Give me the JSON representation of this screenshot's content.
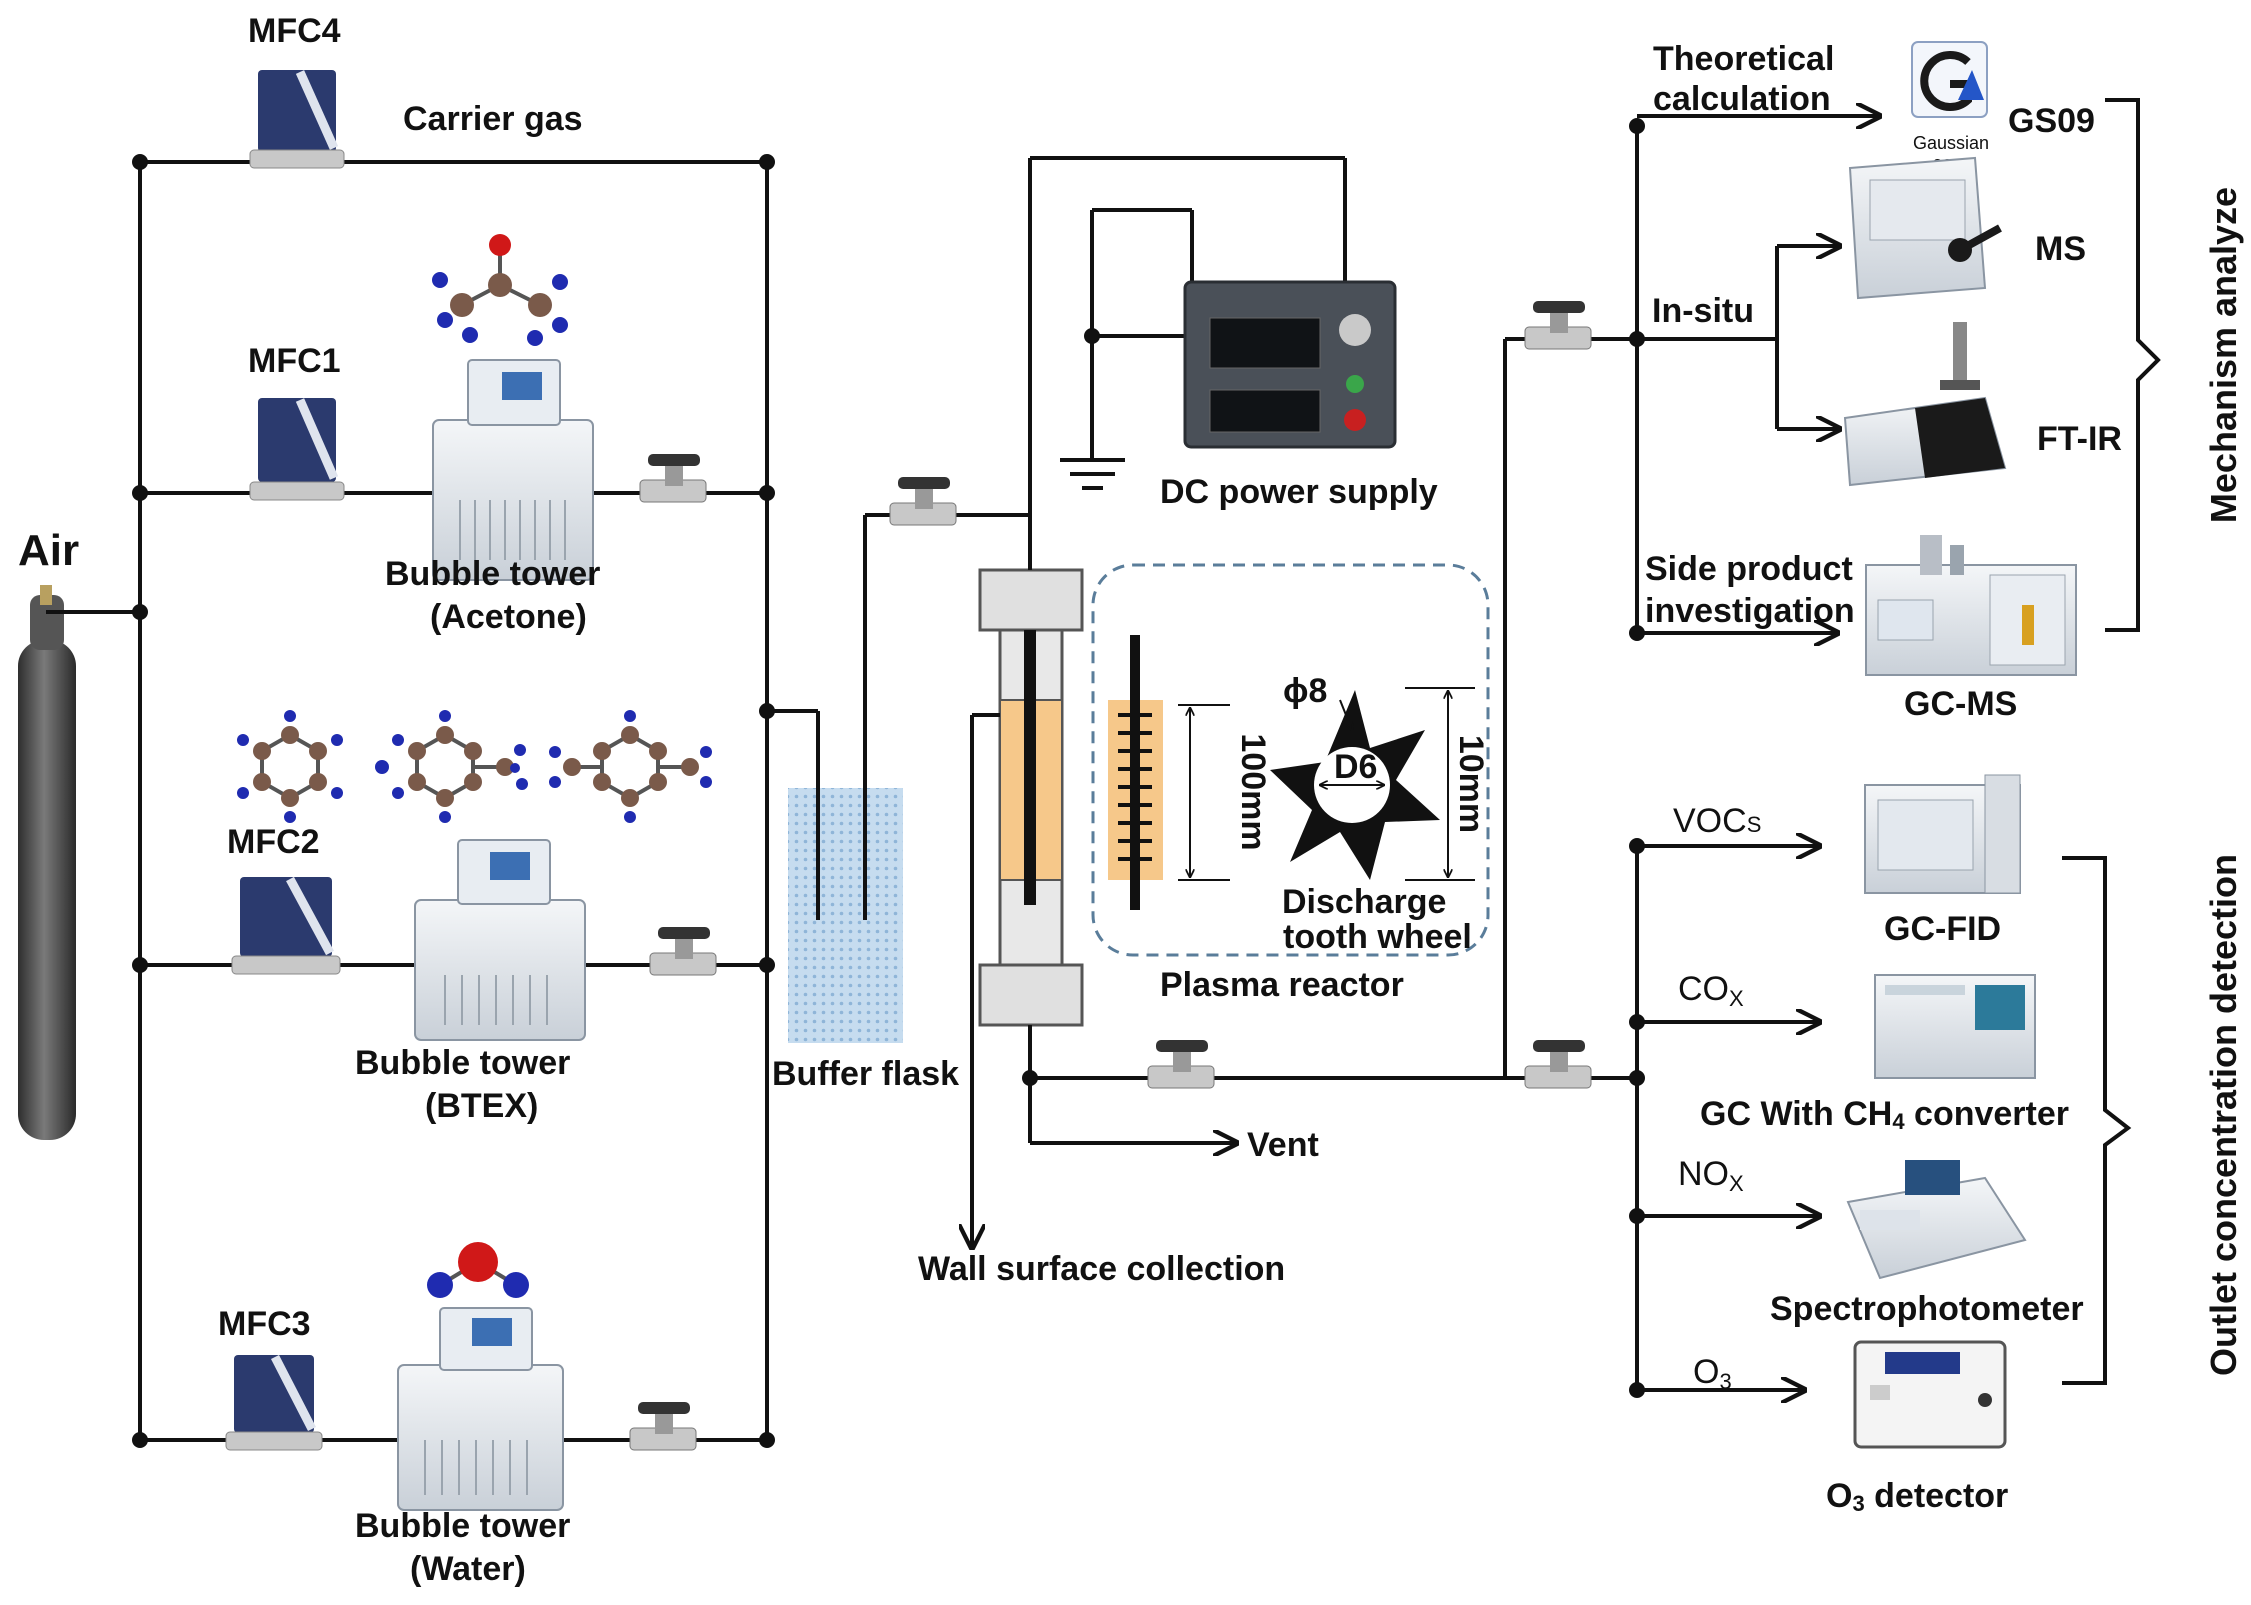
{
  "diagram": {
    "air": "Air",
    "mfc4": "MFC4",
    "carrier_gas": "Carrier gas",
    "mfc1": "MFC1",
    "mfc2": "MFC2",
    "mfc3": "MFC3",
    "bubble_acetone_1": "Bubble tower",
    "bubble_acetone_2": "(Acetone)",
    "bubble_btex_1": "Bubble tower",
    "bubble_btex_2": "(BTEX)",
    "bubble_water_1": "Bubble tower",
    "bubble_water_2": "(Water)",
    "buffer_flask": "Buffer flask",
    "dc_power_supply": "DC power supply",
    "plasma_reactor": "Plasma reactor",
    "dim_100mm": "100mm",
    "dim_10mm": "10mm",
    "dim_phi8": "ϕ8",
    "dim_d6": "D6",
    "discharge_1": "Discharge",
    "discharge_2": "tooth wheel",
    "vent": "Vent",
    "wall_surface": "Wall surface collection",
    "theoretical_1": "Theoretical",
    "theoretical_2": "calculation",
    "gs09": "GS09",
    "gaussian_logo_1": "Gaussian",
    "gaussian_logo_2": "09W",
    "in_situ": "In-situ",
    "ms": "MS",
    "ftir": "FT-IR",
    "side_product_1": "Side product",
    "side_product_2": "investigation",
    "gcms": "GC-MS",
    "mechanism": "Mechanism analyze",
    "vocs": "VOC",
    "vocs_sub": "S",
    "cox": "CO",
    "cox_sub": "X",
    "nox": "NO",
    "nox_sub": "X",
    "o3": "O",
    "o3_sub": "3",
    "gcfid": "GC-FID",
    "gc_ch4_a": "GC With CH",
    "gc_ch4_sub": "4",
    "gc_ch4_b": " converter",
    "spectro": "Spectrophotometer",
    "o3det_a": "O",
    "o3det_sub": "3",
    "o3det_b": " detector",
    "outlet": "Outlet concentration detection"
  },
  "colors": {
    "line": "#111111",
    "mfc_body": "#2b3a6e",
    "flask_fill": "#b9d4ea",
    "reactor_glow": "#f6c88a",
    "reactor_box_border": "#5a7d9a",
    "atom_blue": "#1f2bb0",
    "atom_brown": "#7a5a4a",
    "atom_red": "#d01818",
    "cylinder": "#4a4a4a"
  }
}
